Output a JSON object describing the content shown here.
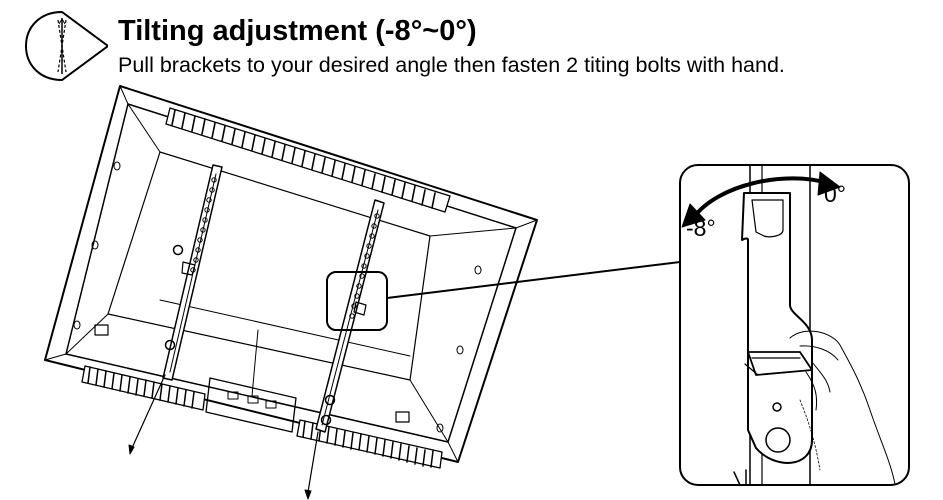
{
  "section": {
    "title": "Tilting adjustment (-8°~0°)",
    "instruction": "Pull brackets to your desired angle then fasten 2 titing bolts with hand."
  },
  "detail": {
    "angle_max_label": "0°",
    "angle_min_label": "-8°"
  },
  "icons": [
    "tilt-icon",
    "tv-back-illustration",
    "bracket-detail-illustration"
  ]
}
